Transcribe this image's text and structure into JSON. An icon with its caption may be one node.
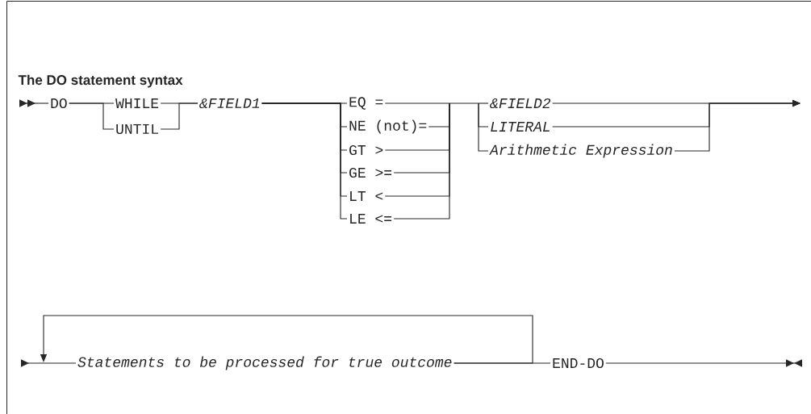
{
  "diagram": {
    "title": "The DO statement syntax",
    "nodes": [
      {
        "text": [
          "DO"
        ]
      },
      {
        "text": [
          "WHILE"
        ]
      },
      {
        "text": [
          "UNTIL"
        ]
      },
      {
        "text": [
          "&FIELD1"
        ]
      },
      {
        "text": [
          "EQ ="
        ]
      },
      {
        "text": [
          "NE (not)="
        ]
      },
      {
        "text": [
          "GT >"
        ]
      },
      {
        "text": [
          "GE >="
        ]
      },
      {
        "text": [
          "LT <"
        ]
      },
      {
        "text": [
          "LE <="
        ]
      },
      {
        "text": [
          "&FIELD2"
        ]
      },
      {
        "text": [
          "LITERAL"
        ]
      },
      {
        "text": [
          "Arithmetic Expression"
        ]
      },
      {
        "text": [
          "Statements to be processed for true outcome"
        ]
      },
      {
        "text": [
          "END-DO"
        ]
      }
    ],
    "edges": [
      {
        "from": null,
        "to": 0,
        "arrow": "to"
      },
      {
        "from": 0,
        "to": 1,
        "arrow": "none"
      },
      {
        "from": 0,
        "to": 2,
        "arrow": "none"
      },
      {
        "from": 1,
        "to": 3,
        "arrow": "none"
      },
      {
        "from": 2,
        "to": 3,
        "arrow": "none"
      },
      {
        "from": 3,
        "to": 4,
        "arrow": "none"
      },
      {
        "from": 3,
        "to": 5,
        "arrow": "none"
      },
      {
        "from": 3,
        "to": 6,
        "arrow": "none"
      },
      {
        "from": 3,
        "to": 7,
        "arrow": "none"
      },
      {
        "from": 3,
        "to": 8,
        "arrow": "none"
      },
      {
        "from": 3,
        "to": 9,
        "arrow": "none"
      },
      {
        "from": 4,
        "to": 10,
        "arrow": "none"
      },
      {
        "from": 4,
        "to": 11,
        "arrow": "none"
      },
      {
        "from": 4,
        "to": 12,
        "arrow": "none"
      },
      {
        "from": 5,
        "to": 10,
        "arrow": "none"
      },
      {
        "from": 5,
        "to": 11,
        "arrow": "none"
      },
      {
        "from": 5,
        "to": 12,
        "arrow": "none"
      },
      {
        "from": 6,
        "to": 10,
        "arrow": "none"
      },
      {
        "from": 6,
        "to": 11,
        "arrow": "none"
      },
      {
        "from": 6,
        "to": 12,
        "arrow": "none"
      },
      {
        "from": 7,
        "to": 10,
        "arrow": "none"
      },
      {
        "from": 7,
        "to": 11,
        "arrow": "none"
      },
      {
        "from": 7,
        "to": 12,
        "arrow": "none"
      },
      {
        "from": 8,
        "to": 10,
        "arrow": "none"
      },
      {
        "from": 8,
        "to": 11,
        "arrow": "none"
      },
      {
        "from": 8,
        "to": 12,
        "arrow": "none"
      },
      {
        "from": 9,
        "to": 10,
        "arrow": "none"
      },
      {
        "from": 9,
        "to": 11,
        "arrow": "none"
      },
      {
        "from": 9,
        "to": 12,
        "arrow": "none"
      },
      {
        "from": 10,
        "to": null,
        "arrow": "to"
      },
      {
        "from": 11,
        "to": null,
        "arrow": "to"
      },
      {
        "from": 12,
        "to": null,
        "arrow": "to"
      },
      {
        "from": null,
        "to": 13,
        "arrow": "to"
      },
      {
        "from": 13,
        "to": 13,
        "arrow": "to"
      },
      {
        "from": 13,
        "to": 14,
        "arrow": "none"
      },
      {
        "from": 14,
        "to": null,
        "arrow": "to"
      }
    ]
  }
}
